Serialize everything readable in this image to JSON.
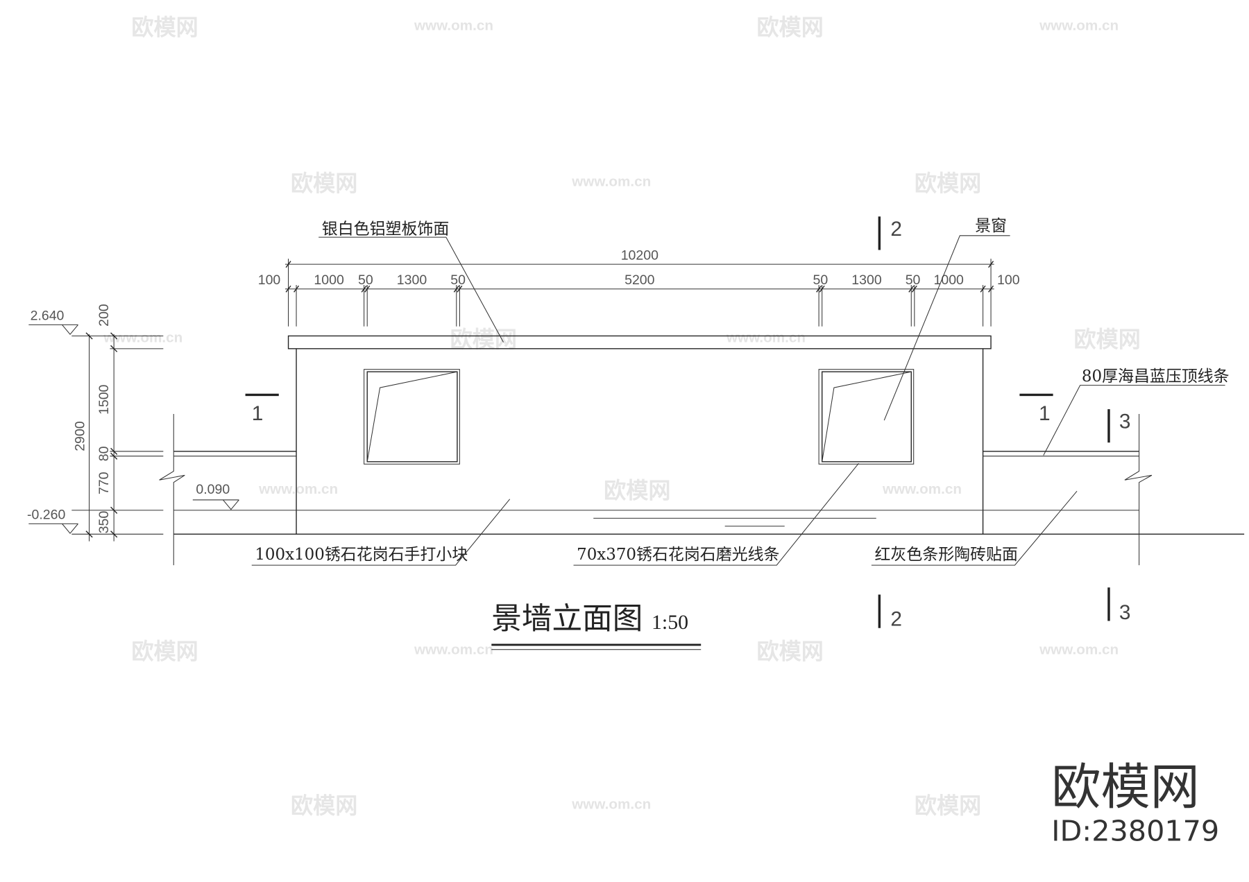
{
  "drawing": {
    "title": "景墙立面图",
    "scale": "1:50",
    "labels": {
      "coping_finish": "银白色铝塑板饰面",
      "scenic_window": "景窗",
      "coping_strip": "80厚海昌蓝压顶线条",
      "base_block": "100x100锈石花岗石手打小块",
      "polished_strip": "70x370锈石花岗石磨光线条",
      "tile_finish": "红灰色条形陶砖贴面"
    },
    "top_dims": {
      "overall": "10200",
      "segments": [
        "100",
        "1000",
        "50",
        "1300",
        "50",
        "5200",
        "50",
        "1300",
        "50",
        "1000",
        "100"
      ]
    },
    "left_dims": {
      "overall": "2900",
      "segments": [
        "200",
        "1500",
        "80",
        "770",
        "350"
      ]
    },
    "elevations": [
      "2.640",
      "0.090",
      "-0.260"
    ],
    "section_marks": [
      "1",
      "1",
      "2",
      "2",
      "3",
      "3"
    ]
  },
  "watermark": {
    "brand": "欧模网",
    "url": "www.om.cn",
    "id": "ID:2380179"
  }
}
